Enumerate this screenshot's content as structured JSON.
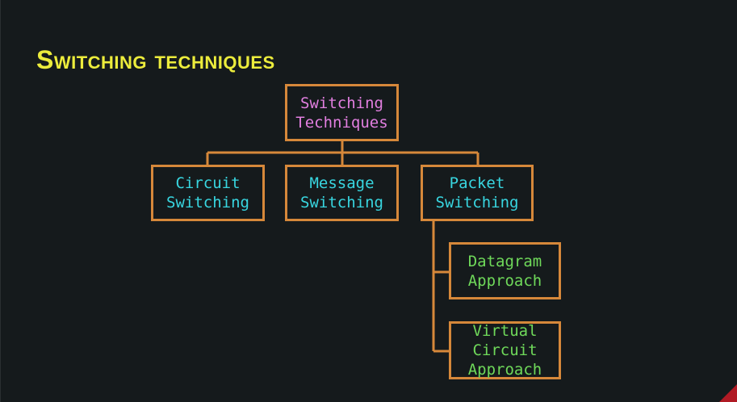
{
  "title": "Switching techniques",
  "diagram": {
    "root": {
      "line1": "Switching",
      "line2": "Techniques"
    },
    "children": [
      {
        "line1": "Circuit",
        "line2": "Switching"
      },
      {
        "line1": "Message",
        "line2": "Switching"
      },
      {
        "line1": "Packet",
        "line2": "Switching"
      }
    ],
    "packet_children": [
      {
        "line1": "Datagram",
        "line2": "Approach"
      },
      {
        "line1": "Virtual",
        "line2": "Circuit",
        "line3": "Approach"
      }
    ]
  },
  "colors": {
    "background": "#151a1c",
    "title": "#ecec3c",
    "box_border": "#d6883a",
    "root_text": "#e27fe0",
    "level1_text": "#38d6e0",
    "level2_text": "#6fd95a"
  }
}
